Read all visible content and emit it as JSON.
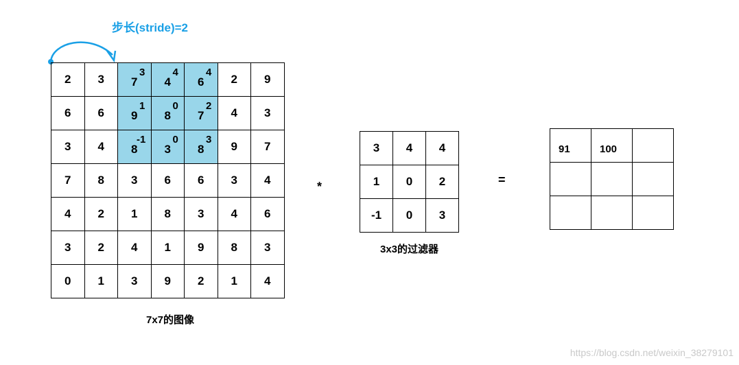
{
  "title": "步长(stride)=2",
  "image": {
    "caption": "7x7的图像",
    "rows": [
      [
        "2",
        "3",
        "7",
        "4",
        "6",
        "2",
        "9"
      ],
      [
        "6",
        "6",
        "9",
        "8",
        "7",
        "4",
        "3"
      ],
      [
        "3",
        "4",
        "8",
        "3",
        "8",
        "9",
        "7"
      ],
      [
        "7",
        "8",
        "3",
        "6",
        "6",
        "3",
        "4"
      ],
      [
        "4",
        "2",
        "1",
        "8",
        "3",
        "4",
        "6"
      ],
      [
        "3",
        "2",
        "4",
        "1",
        "9",
        "8",
        "3"
      ],
      [
        "0",
        "1",
        "3",
        "9",
        "2",
        "1",
        "4"
      ]
    ],
    "highlight": {
      "row_start": 0,
      "col_start": 2,
      "size": 3,
      "color": "#99d6ea"
    },
    "superscripts": [
      [
        "3",
        "4",
        "4"
      ],
      [
        "1",
        "0",
        "2"
      ],
      [
        "-1",
        "0",
        "3"
      ]
    ]
  },
  "operator_multiply": "*",
  "filter": {
    "caption": "3x3的过滤器",
    "rows": [
      [
        "3",
        "4",
        "4"
      ],
      [
        "1",
        "0",
        "2"
      ],
      [
        "-1",
        "0",
        "3"
      ]
    ]
  },
  "operator_equals": "=",
  "output": {
    "rows": [
      [
        "91",
        "100",
        ""
      ],
      [
        "",
        "",
        ""
      ],
      [
        "",
        "",
        ""
      ]
    ]
  },
  "arrow_color": "#1aa0e6",
  "watermark": "https://blog.csdn.net/weixin_38279101"
}
